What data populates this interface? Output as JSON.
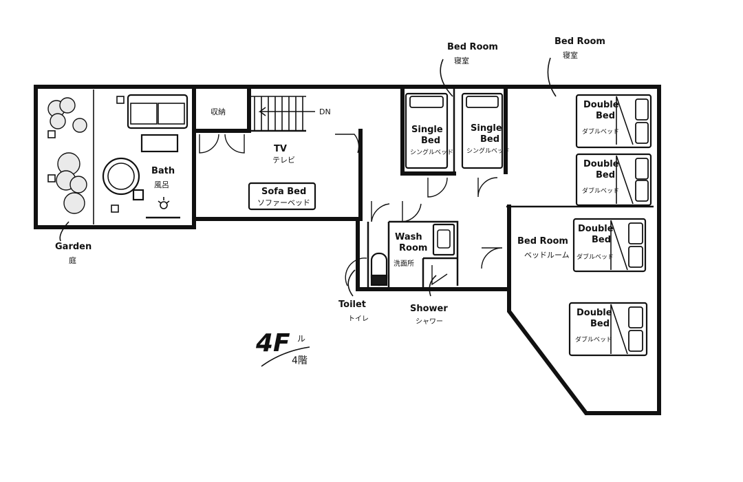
{
  "floor": {
    "label": "4F",
    "sub": "ル",
    "jp": "4階"
  },
  "rooms": {
    "garden": {
      "en": "Garden",
      "jp": "庭"
    },
    "bath": {
      "en": "Bath",
      "jp": "風呂"
    },
    "storage": {
      "jp": "収納"
    },
    "stairs": {
      "en": "DN"
    },
    "tv": {
      "en": "TV",
      "jp": "テレビ"
    },
    "sofa_bed": {
      "en": "Sofa Bed",
      "jp": "ソファーベッド"
    },
    "bedroom_single": {
      "en": "Bed Room",
      "jp": "寝室"
    },
    "bedroom_double": {
      "en": "Bed Room",
      "jp": "寝室"
    },
    "bedroom_lower": {
      "en": "Bed Room",
      "jp": "ベッドルーム"
    },
    "single_bed_1": {
      "en1": "Single",
      "en2": "Bed",
      "jp": "シングルベッド"
    },
    "single_bed_2": {
      "en1": "Single",
      "en2": "Bed",
      "jp": "シングルベッド"
    },
    "double_bed_1": {
      "en1": "Double",
      "en2": "Bed",
      "jp": "ダブルベッド"
    },
    "double_bed_2": {
      "en1": "Double",
      "en2": "Bed",
      "jp": "ダブルベッド"
    },
    "double_bed_3": {
      "en1": "Double",
      "en2": "Bed",
      "jp": "ダブルベッド"
    },
    "double_bed_4": {
      "en1": "Double",
      "en2": "Bed",
      "jp": "ダブルベッド"
    },
    "wash_room": {
      "en1": "Wash",
      "en2": "Room",
      "jp": "洗面所"
    },
    "toilet": {
      "en": "Toilet",
      "jp": "トイレ"
    },
    "shower": {
      "en": "Shower",
      "jp": "シャワー"
    }
  }
}
